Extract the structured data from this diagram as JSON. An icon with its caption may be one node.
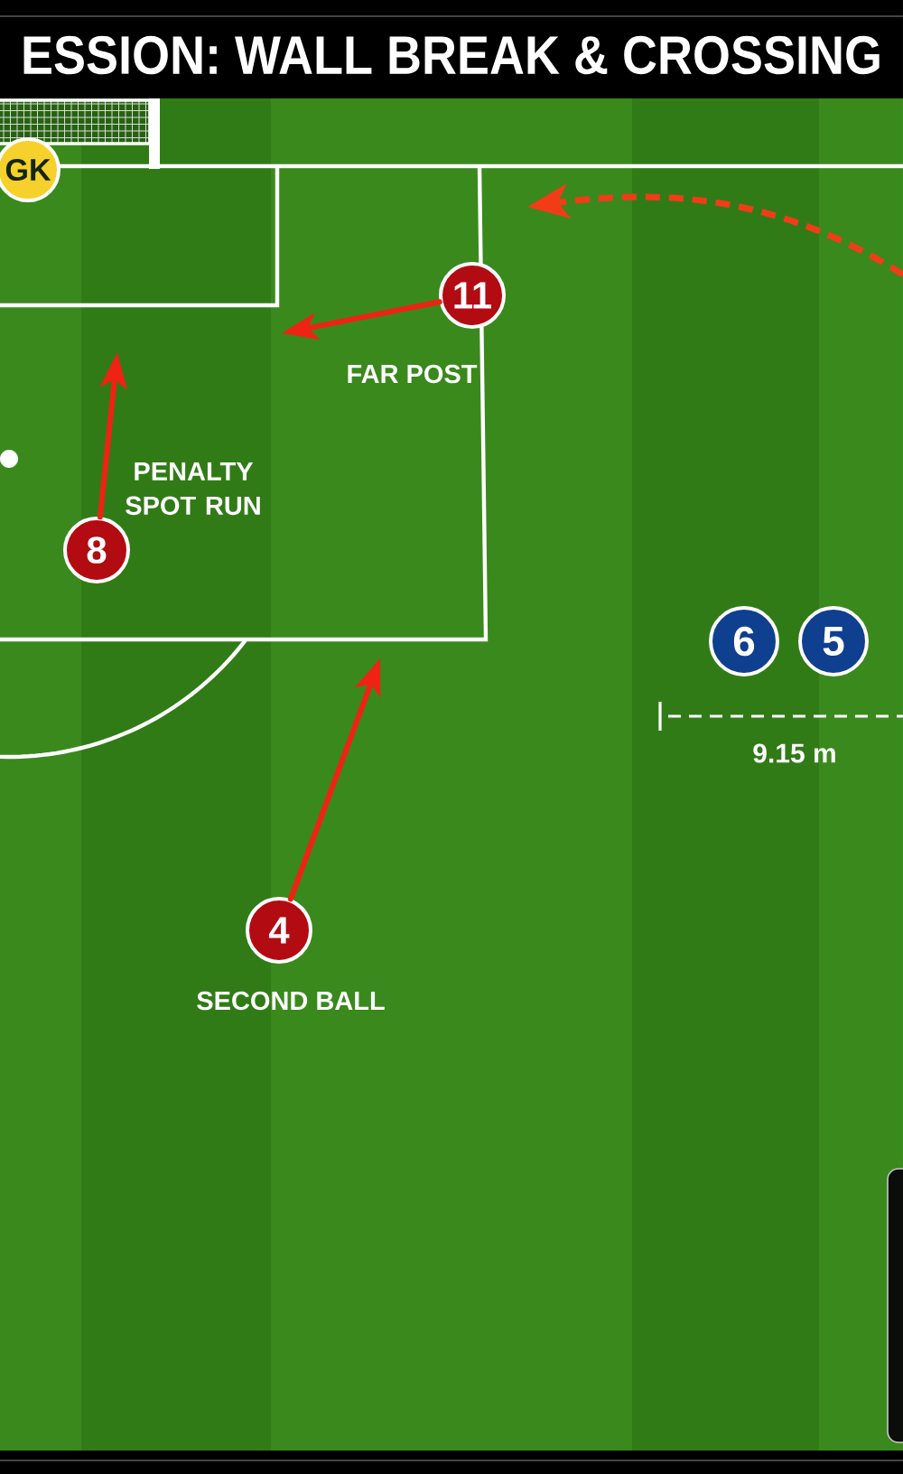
{
  "diagram": {
    "title": "ESSION: WALL BREAK & CROSSING",
    "nodes": [
      {
        "text": [
          "GK"
        ]
      },
      {
        "text": [
          "11"
        ],
        "beside": [
          "FAR POST"
        ]
      },
      {
        "text": [
          "8"
        ],
        "beside": [
          "PENALTY SPOT RUN"
        ]
      },
      {
        "text": [
          "6"
        ]
      },
      {
        "text": [
          "5"
        ]
      },
      {
        "text": [
          "4"
        ],
        "beside": [
          "SECOND BALL"
        ]
      }
    ],
    "edges": [
      {
        "from": 1,
        "to": null,
        "arrow": "to"
      },
      {
        "from": 2,
        "to": null,
        "arrow": "to"
      },
      {
        "from": 5,
        "to": null,
        "arrow": "to"
      }
    ],
    "labels": [
      "9.15 m"
    ]
  }
}
